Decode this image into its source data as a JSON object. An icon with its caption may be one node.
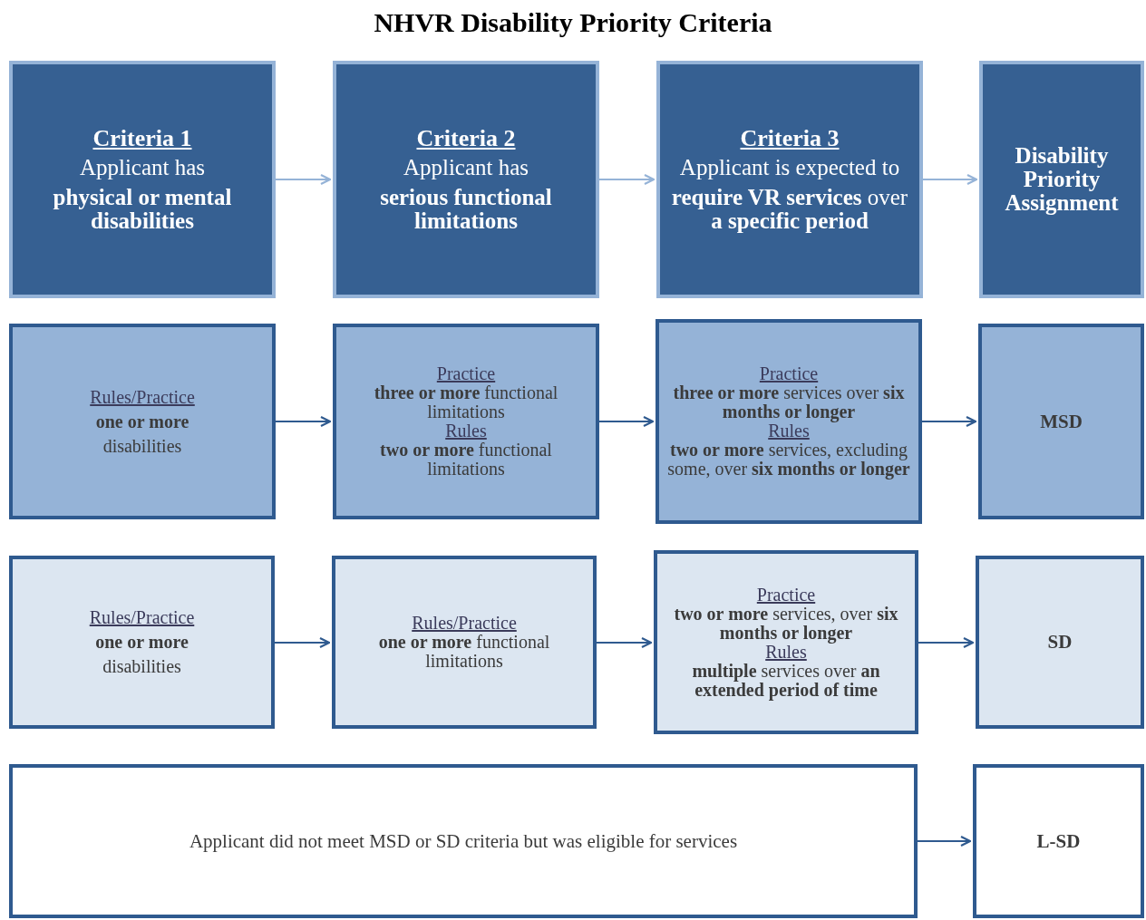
{
  "diagram": {
    "title": "NHVR Disability Priority Criteria",
    "nodes": [
      {
        "text": [
          "Criteria 1",
          "Applicant has",
          "**physical or mental disabilities**"
        ]
      },
      {
        "text": [
          "Criteria 2",
          "Applicant has",
          "**serious functional limitations**"
        ]
      },
      {
        "text": [
          "Criteria 3",
          "Applicant is expected to",
          "**require VR services** over **a specific period**"
        ]
      },
      {
        "text": [
          "Disability Priority Assignment"
        ]
      },
      {
        "text": [
          "Rules/Practice",
          "**one or more**",
          "disabilities"
        ]
      },
      {
        "text": [
          "Practice",
          "**three or more** functional limitations",
          "Rules",
          "**two or more** functional limitations"
        ]
      },
      {
        "text": [
          "Practice",
          "**three or more** services over **six months or longer**",
          "Rules",
          "**two or more** services, excluding some, over **six months or longer**"
        ]
      },
      {
        "text": [
          "MSD"
        ]
      },
      {
        "text": [
          "Rules/Practice",
          "**one or more**",
          "disabilities"
        ]
      },
      {
        "text": [
          "Rules/Practice",
          "**one or more** functional limitations"
        ]
      },
      {
        "text": [
          "Practice",
          "**two or more** services, over **six months or longer**",
          "Rules",
          "**multiple** services over **an extended period of time**"
        ]
      },
      {
        "text": [
          "SD"
        ]
      },
      {
        "text": [
          "Applicant did not meet MSD or SD criteria but was eligible for services"
        ]
      },
      {
        "text": [
          "L-SD"
        ]
      }
    ],
    "edges": [
      {
        "from": 0,
        "to": 1,
        "arrow": "to",
        "color": "#95b3d7"
      },
      {
        "from": 1,
        "to": 2,
        "arrow": "to",
        "color": "#95b3d7"
      },
      {
        "from": 2,
        "to": 3,
        "arrow": "to",
        "color": "#95b3d7"
      },
      {
        "from": 4,
        "to": 5,
        "arrow": "to"
      },
      {
        "from": 5,
        "to": 6,
        "arrow": "to"
      },
      {
        "from": 6,
        "to": 7,
        "arrow": "to"
      },
      {
        "from": 8,
        "to": 9,
        "arrow": "to"
      },
      {
        "from": 9,
        "to": 10,
        "arrow": "to"
      },
      {
        "from": 10,
        "to": 11,
        "arrow": "to"
      },
      {
        "from": 12,
        "to": 13,
        "arrow": "to"
      }
    ]
  }
}
